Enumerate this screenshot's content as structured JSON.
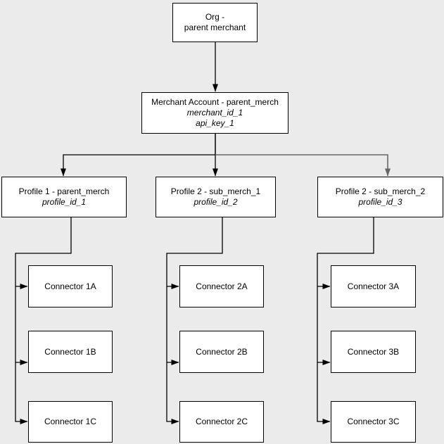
{
  "colors": {
    "background": "#ebebeb",
    "node_fill": "#ffffff",
    "node_border": "#000000",
    "edge": "#000000",
    "edge_alt": "#666666",
    "text": "#000000"
  },
  "nodes": {
    "org": {
      "line1": "Org -",
      "line2": "parent merchant"
    },
    "merchant_account": {
      "line1": "Merchant Account - parent_merch",
      "line2": "merchant_id_1",
      "line3": "api_key_1"
    },
    "profile1": {
      "line1": "Profile 1 - parent_merch",
      "line2": "profile_id_1"
    },
    "profile2": {
      "line1": "Profile 2 - sub_merch_1",
      "line2": "profile_id_2"
    },
    "profile3": {
      "line1": "Profile 2 - sub_merch_2",
      "line2": "profile_id_3"
    },
    "connectors": [
      "Connector 1A",
      "Connector 1B",
      "Connector 1C",
      "Connector 2A",
      "Connector 2B",
      "Connector 2C",
      "Connector 3A",
      "Connector 3B",
      "Connector 3C"
    ]
  }
}
